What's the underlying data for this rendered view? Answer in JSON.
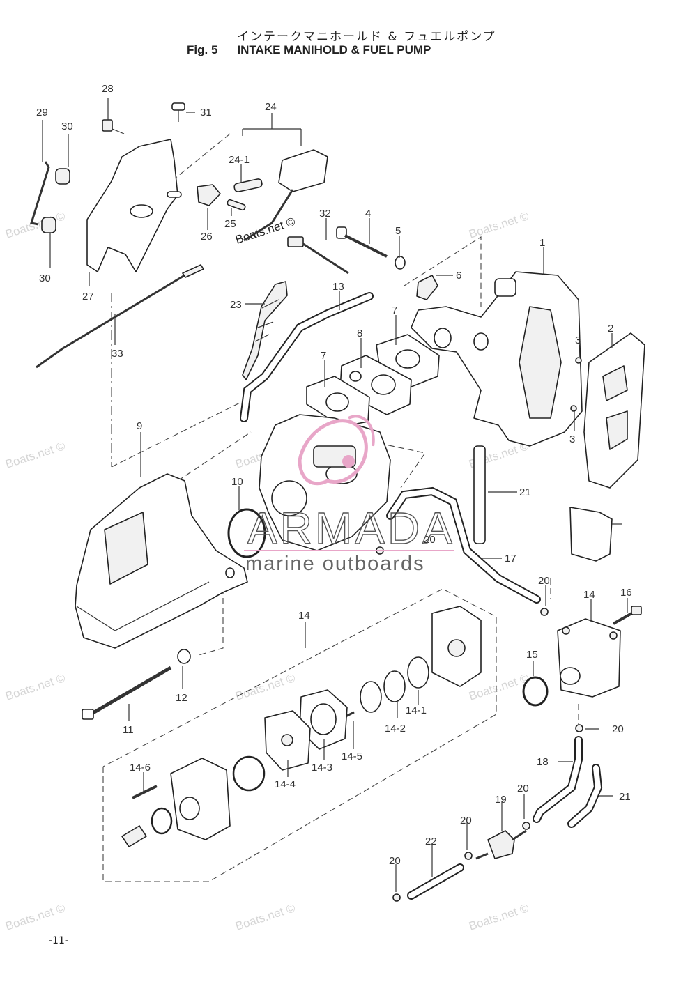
{
  "header": {
    "title_jp": "インテークマニホールド & フュエルポンプ",
    "fig_label": "Fig. 5",
    "title_en": "INTAKE MANIHOLD & FUEL PUMP"
  },
  "page_number": "-11-",
  "watermark": {
    "text": "Boats.net ©",
    "brand_main": "ARMADA",
    "brand_sub": "marine outboards",
    "brand_color": "#e8a6c8"
  },
  "callouts": {
    "c1": "1",
    "c2": "2",
    "c3a": "3",
    "c3b": "3",
    "c4": "4",
    "c5": "5",
    "c6": "6",
    "c7a": "7",
    "c7b": "7",
    "c8": "8",
    "c9": "9",
    "c10": "10",
    "c11": "11",
    "c12": "12",
    "c13": "13",
    "c14a": "14",
    "c14b": "14",
    "c14_1": "14-1",
    "c14_2": "14-2",
    "c14_3": "14-3",
    "c14_4": "14-4",
    "c14_5": "14-5",
    "c14_6": "14-6",
    "c15": "15",
    "c16": "16",
    "c17": "17",
    "c18": "18",
    "c19": "19",
    "c20a": "20",
    "c20b": "20",
    "c20c": "20",
    "c20d": "20",
    "c20e": "20",
    "c20f": "20",
    "c21a": "21",
    "c21b": "21",
    "c22": "22",
    "c23": "23",
    "c24": "24",
    "c24_1": "24-1",
    "c25": "25",
    "c26": "26",
    "c27": "27",
    "c28": "28",
    "c29": "29",
    "c30a": "30",
    "c30b": "30",
    "c31": "31",
    "c32": "32",
    "c33": "33"
  }
}
